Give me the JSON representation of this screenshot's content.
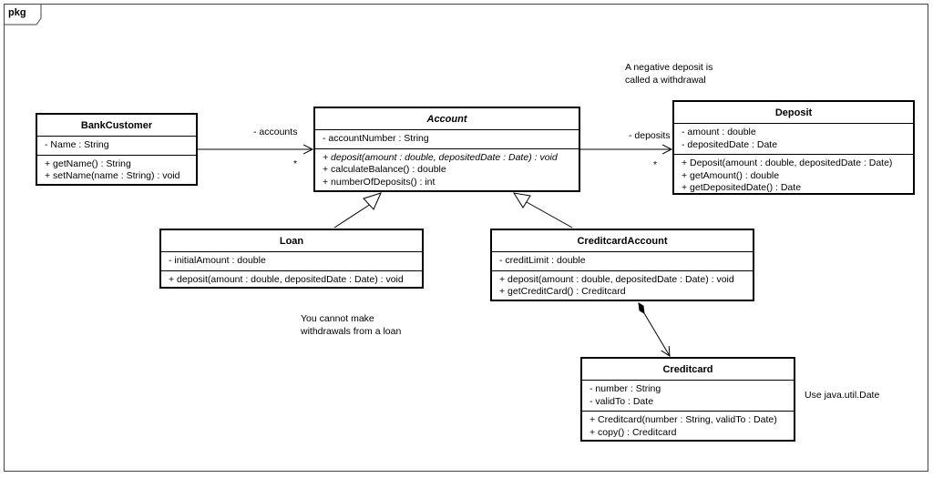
{
  "frame": {
    "label": "pkg"
  },
  "classes": {
    "bank_customer": {
      "name": "BankCustomer",
      "attributes": [
        "- Name : String"
      ],
      "operations": [
        "+ getName() : String",
        "+ setName(name : String) : void"
      ]
    },
    "account": {
      "name": "Account",
      "attributes": [
        "- accountNumber : String"
      ],
      "operations": [
        "+ deposit(amount : double, depositedDate : Date) : void",
        "+ calculateBalance() : double",
        "+ numberOfDeposits() : int"
      ]
    },
    "deposit": {
      "name": "Deposit",
      "attributes": [
        "- amount : double",
        "- depositedDate : Date"
      ],
      "operations": [
        "+ Deposit(amount : double, depositedDate : Date)",
        "+ getAmount() : double",
        "+ getDepositedDate() : Date"
      ]
    },
    "loan": {
      "name": "Loan",
      "attributes": [
        "- initialAmount : double"
      ],
      "operations": [
        "+ deposit(amount : double, depositedDate : Date) : void"
      ]
    },
    "creditcard_account": {
      "name": "CreditcardAccount",
      "attributes": [
        "- creditLimit : double"
      ],
      "operations": [
        "+ deposit(amount : double, depositedDate : Date) : void",
        "+ getCreditCard() : Creditcard"
      ]
    },
    "creditcard": {
      "name": "Creditcard",
      "attributes": [
        "- number : String",
        "- validTo : Date"
      ],
      "operations": [
        "+ Creditcard(number : String, validTo : Date)",
        "+ copy() : Creditcard"
      ]
    }
  },
  "associations": {
    "accounts": {
      "role": "- accounts",
      "multiplicity": "*"
    },
    "deposits": {
      "role": "- deposits",
      "multiplicity": "*"
    }
  },
  "notes": {
    "negative_deposit": [
      "A negative deposit is",
      "called a withdrawal"
    ],
    "loan_withdrawals": [
      "You cannot make",
      "withdrawals from a loan"
    ],
    "java_date": [
      "Use java.util.Date"
    ]
  }
}
